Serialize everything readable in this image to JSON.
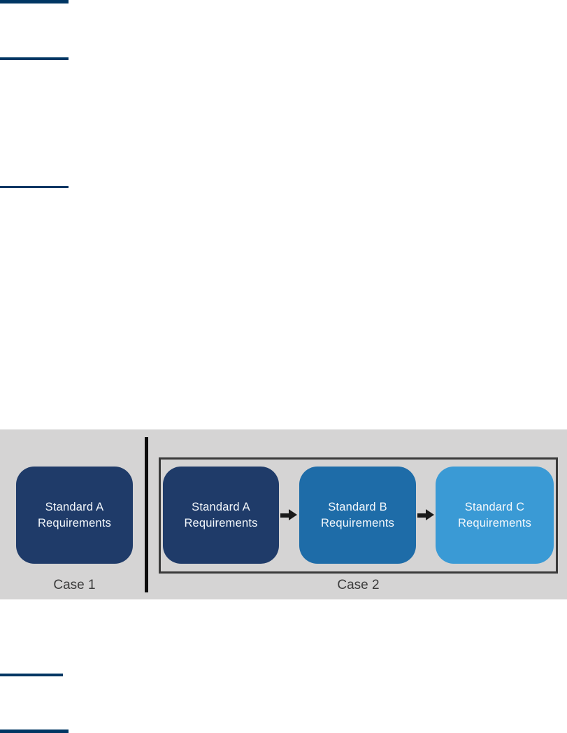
{
  "page": {
    "background": "#ffffff",
    "accent_rule_color": "#003663"
  },
  "figure": {
    "background": "#d5d4d4",
    "divider_color": "#0d0d0d",
    "group_border_color": "#3a3a3a",
    "arrow_color": "#1a1a1a",
    "label_color": "#3c3c3c",
    "box_text_color": "#f4f8fc",
    "case1": {
      "label": "Case 1",
      "box": {
        "lines": [
          "Standard A",
          "Requirements"
        ],
        "color": "#1f3b69"
      }
    },
    "case2": {
      "label": "Case 2",
      "boxes": [
        {
          "lines": [
            "Standard A",
            "Requirements"
          ],
          "color": "#1f3b69"
        },
        {
          "lines": [
            "Standard B",
            "Requirements"
          ],
          "color": "#1e6ca8"
        },
        {
          "lines": [
            "Standard C",
            "Requirements"
          ],
          "color": "#3a9ad5"
        }
      ]
    }
  }
}
